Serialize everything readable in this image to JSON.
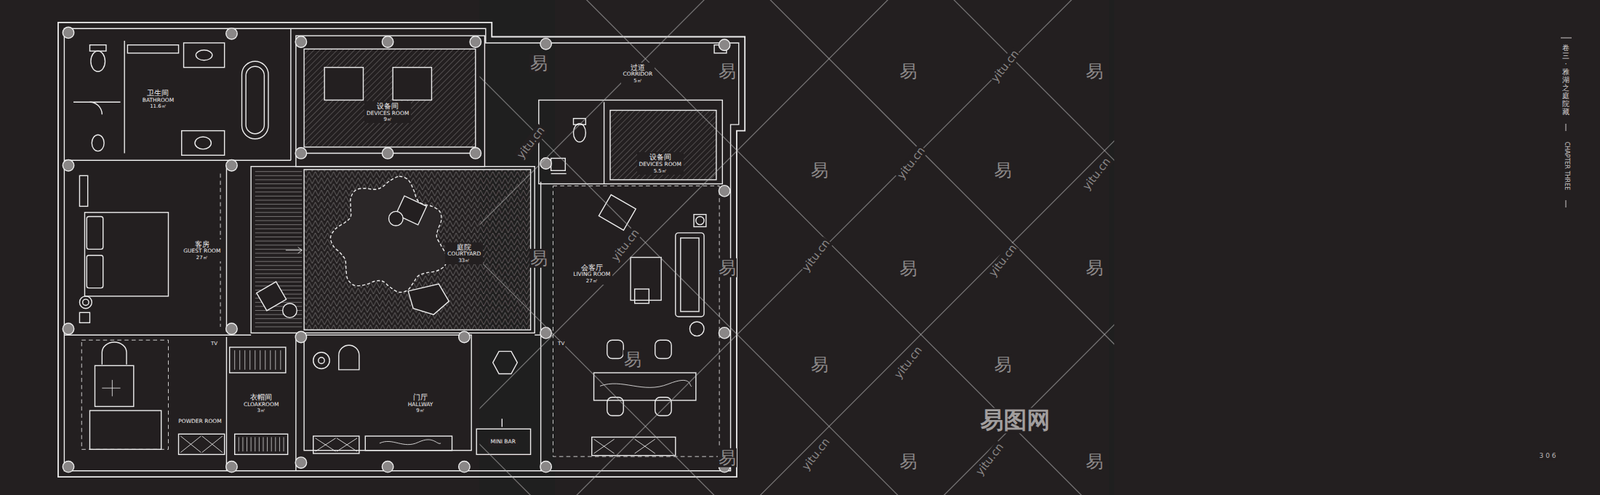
{
  "diagram": {
    "nodes": [
      {
        "text": [
          "卫生间",
          "BATHROOM",
          "11.6㎡"
        ]
      },
      {
        "text": [
          "设备间",
          "DEVICES ROOM",
          "9㎡"
        ]
      },
      {
        "text": [
          "过道",
          "CORRIDOR",
          "5㎡"
        ]
      },
      {
        "text": [
          "设备间",
          "DEVICES ROOM",
          "5.5㎡"
        ]
      },
      {
        "text": [
          "客房",
          "GUEST ROOM",
          "27㎡"
        ]
      },
      {
        "text": [
          "庭院",
          "COURTYARD",
          "33㎡"
        ]
      },
      {
        "text": [
          "会客厅",
          "LIVING ROOM",
          "27㎡"
        ]
      },
      {
        "text": [
          "POWDER ROOM"
        ]
      },
      {
        "text": [
          "衣帽间",
          "CLOAKROOM",
          "3㎡"
        ]
      },
      {
        "text": [
          "门厅",
          "HALLWAY",
          "9㎡"
        ]
      },
      {
        "text": [
          "MINI BAR"
        ]
      }
    ],
    "labels": [
      "TV",
      "TV",
      "卷三·雅湖之庭院藏",
      "CHAPTER THREE",
      "3 0 6",
      "易",
      "易",
      "易",
      "易",
      "易",
      "易",
      "易",
      "易",
      "易",
      "易",
      "易",
      "易",
      "易",
      "易",
      "易",
      "易",
      "yitu.cn",
      "yitu.cn",
      "yitu.cn",
      "yitu.cn",
      "yitu.cn",
      "yitu.cn",
      "yitu.cn",
      "yitu.cn",
      "yitu.cn",
      "yitu.cn",
      "易图网"
    ]
  }
}
